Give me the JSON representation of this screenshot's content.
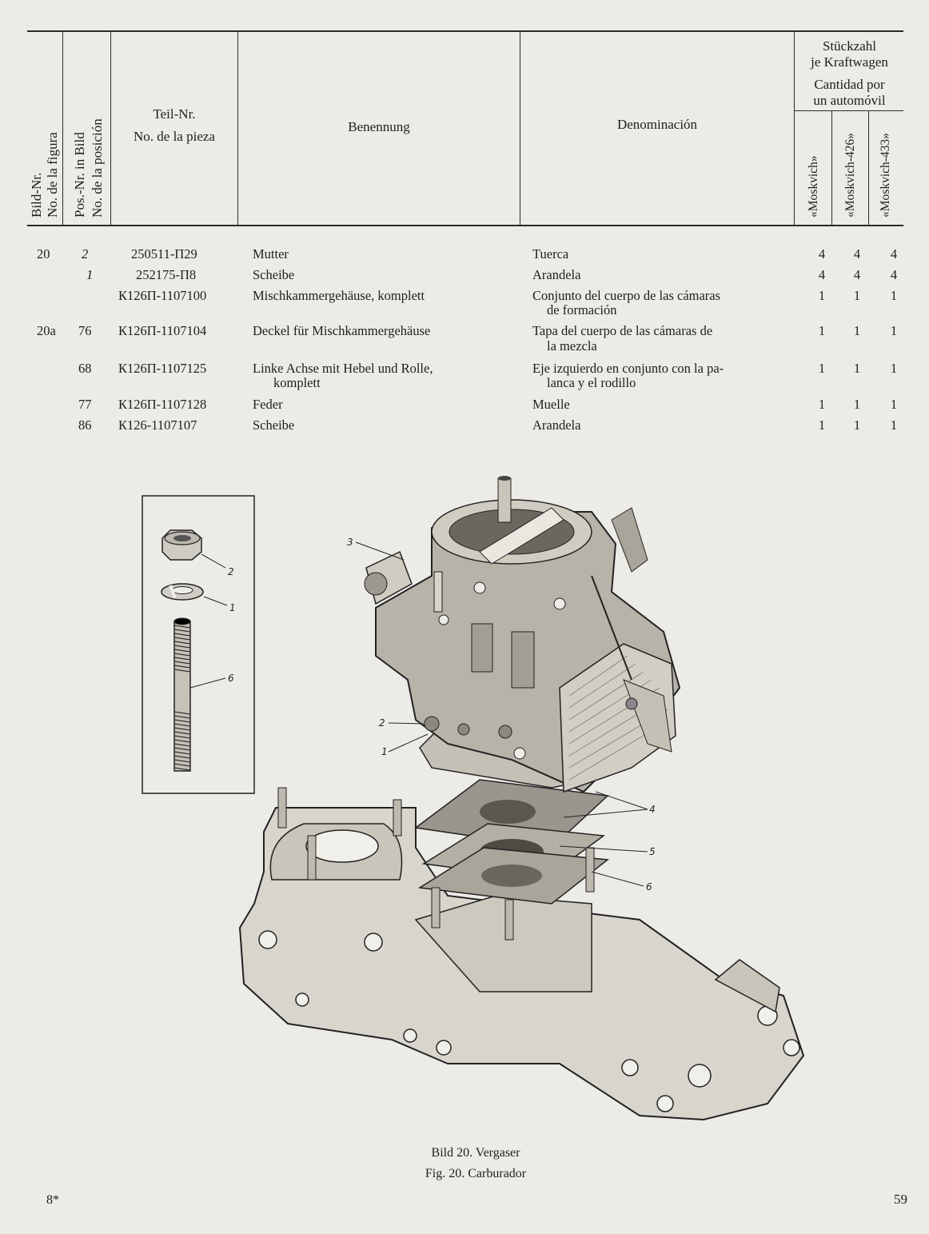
{
  "header": {
    "bild_nr_de": "Bild-Nr.",
    "bild_nr_es": "No. de la figura",
    "pos_nr_de": "Pos.-Nr. in Bild",
    "pos_nr_es": "No. de la posición",
    "teil_nr_de": "Teil-Nr.",
    "teil_nr_es": "No. de la pieza",
    "benennung": "Benennung",
    "denominacion": "Denominación",
    "stueckzahl_de_1": "Stückzahl",
    "stueckzahl_de_2": "je Kraftwagen",
    "stueckzahl_es_1": "Cantidad por",
    "stueckzahl_es_2": "un automóvil",
    "model_1": "«Moskvich»",
    "model_2": "«Moskvich-426»",
    "model_3": "«Moskvich-433»"
  },
  "rows": [
    {
      "bild": "20",
      "pos": "2",
      "teil": "250511-П29",
      "de1": "Mutter",
      "de2": "",
      "es1": "Tuerca",
      "es2": "",
      "q1": "4",
      "q2": "4",
      "q3": "4"
    },
    {
      "bild": "",
      "pos": "1",
      "teil": "252175-П8",
      "de1": "Scheibe",
      "de2": "",
      "es1": "Arandela",
      "es2": "",
      "q1": "4",
      "q2": "4",
      "q3": "4"
    },
    {
      "bild": "",
      "pos": "",
      "teil": "К126П-1107100",
      "de1": "Mischkammergehäuse, komplett",
      "de2": "",
      "es1": "Conjunto del cuerpo de las cámaras",
      "es2": "de formación",
      "q1": "1",
      "q2": "1",
      "q3": "1"
    },
    {
      "bild": "20a",
      "pos": "76",
      "teil": "К126П-1107104",
      "de1": "Deckel für Mischkammergehäuse",
      "de2": "",
      "es1": "Tapa del cuerpo de las cámaras de",
      "es2": "la mezcla",
      "q1": "1",
      "q2": "1",
      "q3": "1"
    },
    {
      "bild": "",
      "pos": "68",
      "teil": "К126П-1107125",
      "de1": "Linke Achse mit Hebel und Rolle,",
      "de2": "komplett",
      "es1": "Eje izquierdo en conjunto con la pa-",
      "es2": "lanca y el rodillo",
      "q1": "1",
      "q2": "1",
      "q3": "1"
    },
    {
      "bild": "",
      "pos": "77",
      "teil": "К126П-1107128",
      "de1": "Feder",
      "de2": "",
      "es1": "Muelle",
      "es2": "",
      "q1": "1",
      "q2": "1",
      "q3": "1"
    },
    {
      "bild": "",
      "pos": "86",
      "teil": "К126-1107107",
      "de1": "Scheibe",
      "de2": "",
      "es1": "Arandela",
      "es2": "",
      "q1": "1",
      "q2": "1",
      "q3": "1"
    }
  ],
  "figure": {
    "callouts": [
      "2",
      "1",
      "6",
      "3",
      "2",
      "1",
      "4",
      "5",
      "6"
    ],
    "caption_de": "Bild 20. Vergaser",
    "caption_es": "Fig. 20. Carburador"
  },
  "footer": {
    "left": "8*",
    "right": "59"
  }
}
